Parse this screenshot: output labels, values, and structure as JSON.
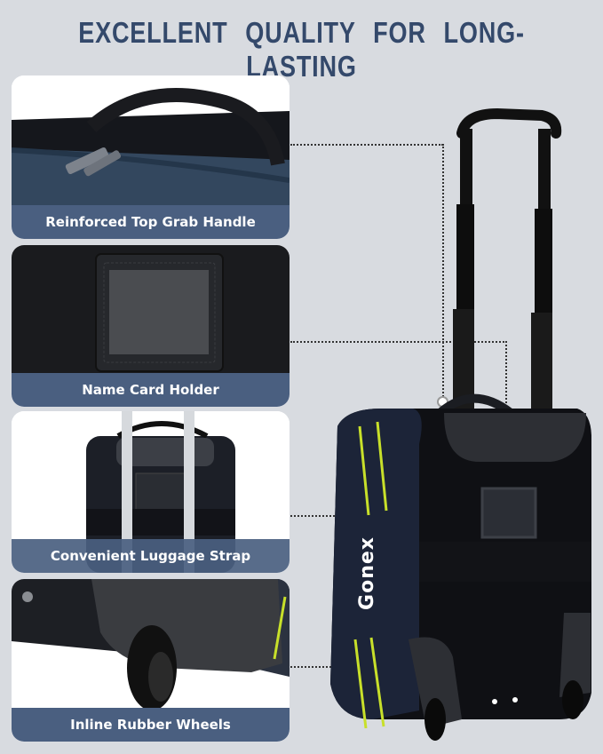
{
  "header": {
    "title": "EXCELLENT QUALITY FOR LONG-LASTING"
  },
  "features": [
    {
      "label": "Reinforced Top Grab Handle"
    },
    {
      "label": "Name Card Holder"
    },
    {
      "label": "Convenient Luggage Strap"
    },
    {
      "label": "Inline Rubber Wheels"
    }
  ],
  "product": {
    "brand": "Gonex"
  },
  "colors": {
    "background": "#d8dbe0",
    "title": "#34496b",
    "caption_bar": "#4a5f80",
    "accent_green": "#c8e02a",
    "bag_navy": "#1c2438"
  }
}
